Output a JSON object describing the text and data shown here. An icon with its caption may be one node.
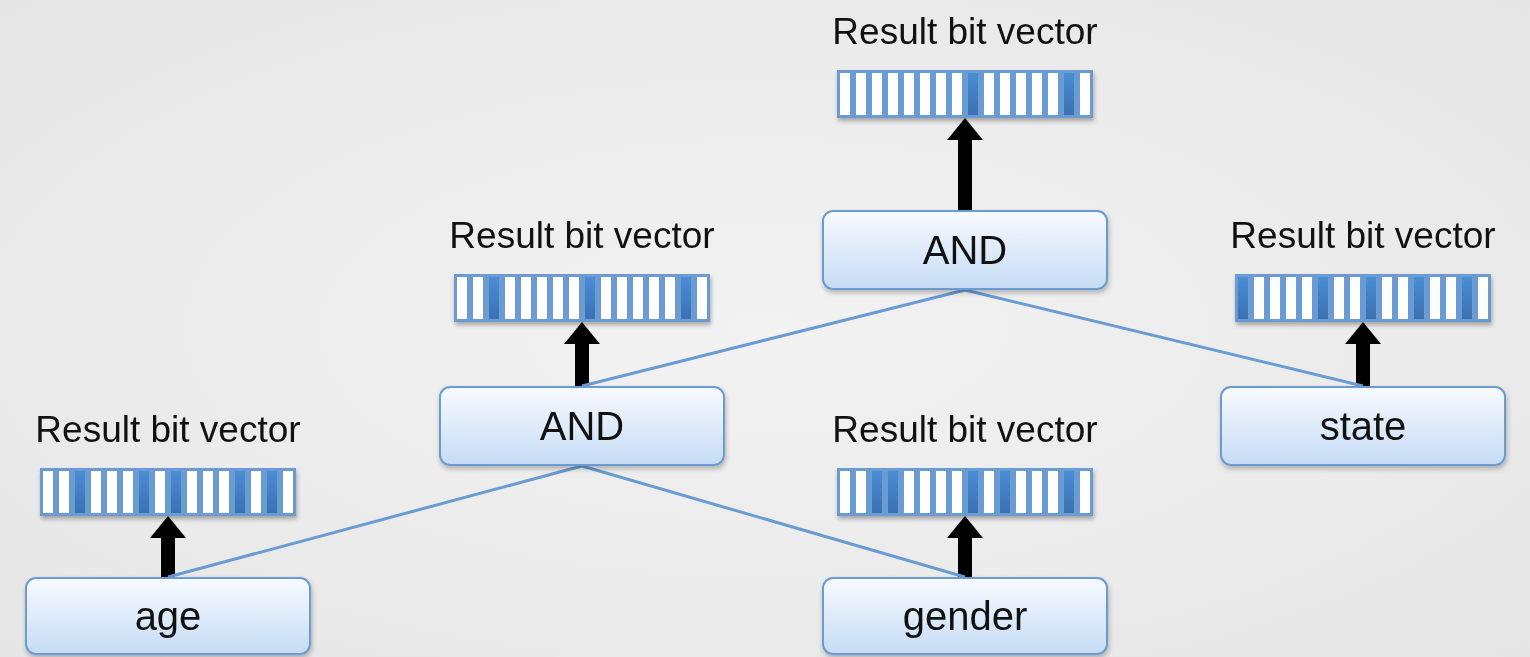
{
  "diagram": {
    "nodes": [
      {
        "text": [
          "Result bit vector"
        ]
      },
      {
        "text": [
          "AND"
        ]
      },
      {
        "text": [
          "Result bit vector"
        ]
      },
      {
        "text": [
          "Result bit vector"
        ]
      },
      {
        "text": [
          "AND"
        ]
      },
      {
        "text": [
          "state"
        ]
      },
      {
        "text": [
          "Result bit vector"
        ]
      },
      {
        "text": [
          "Result bit vector"
        ]
      },
      {
        "text": [
          "age"
        ]
      },
      {
        "text": [
          "gender"
        ]
      }
    ],
    "edges": [
      {
        "from": 1,
        "to": 0,
        "arrow": "to"
      },
      {
        "from": 4,
        "to": 2,
        "arrow": "to"
      },
      {
        "from": 5,
        "to": 3,
        "arrow": "to"
      },
      {
        "from": 8,
        "to": 6,
        "arrow": "to"
      },
      {
        "from": 9,
        "to": 7,
        "arrow": "to"
      },
      {
        "from": 1,
        "to": 4,
        "arrow": "none",
        "color": "#6a9bd2"
      },
      {
        "from": 1,
        "to": 5,
        "arrow": "none",
        "color": "#6a9bd2"
      },
      {
        "from": 4,
        "to": 8,
        "arrow": "none",
        "color": "#6a9bd2"
      },
      {
        "from": 4,
        "to": 9,
        "arrow": "none",
        "color": "#6a9bd2"
      }
    ]
  }
}
